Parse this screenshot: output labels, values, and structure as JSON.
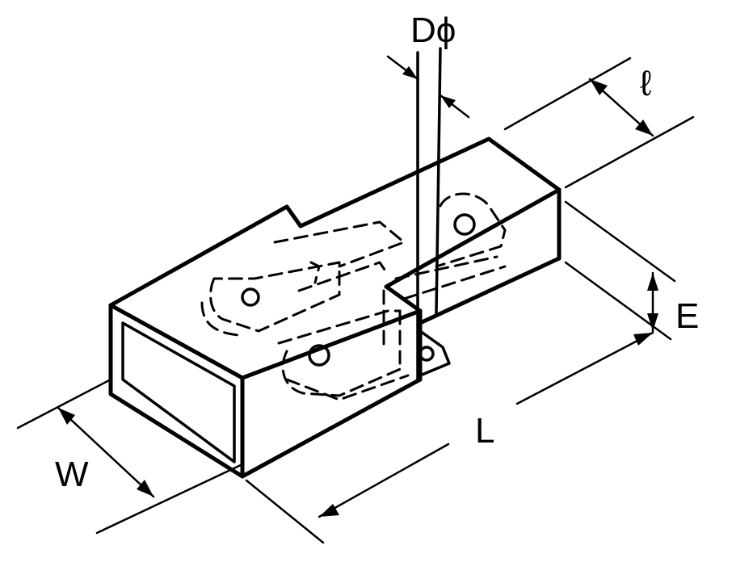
{
  "labels": {
    "diameter": "Dϕ",
    "lead_length": "ℓ",
    "height": "E",
    "length": "L",
    "width": "W"
  },
  "colors": {
    "ink": "#000000",
    "background": "#ffffff"
  }
}
